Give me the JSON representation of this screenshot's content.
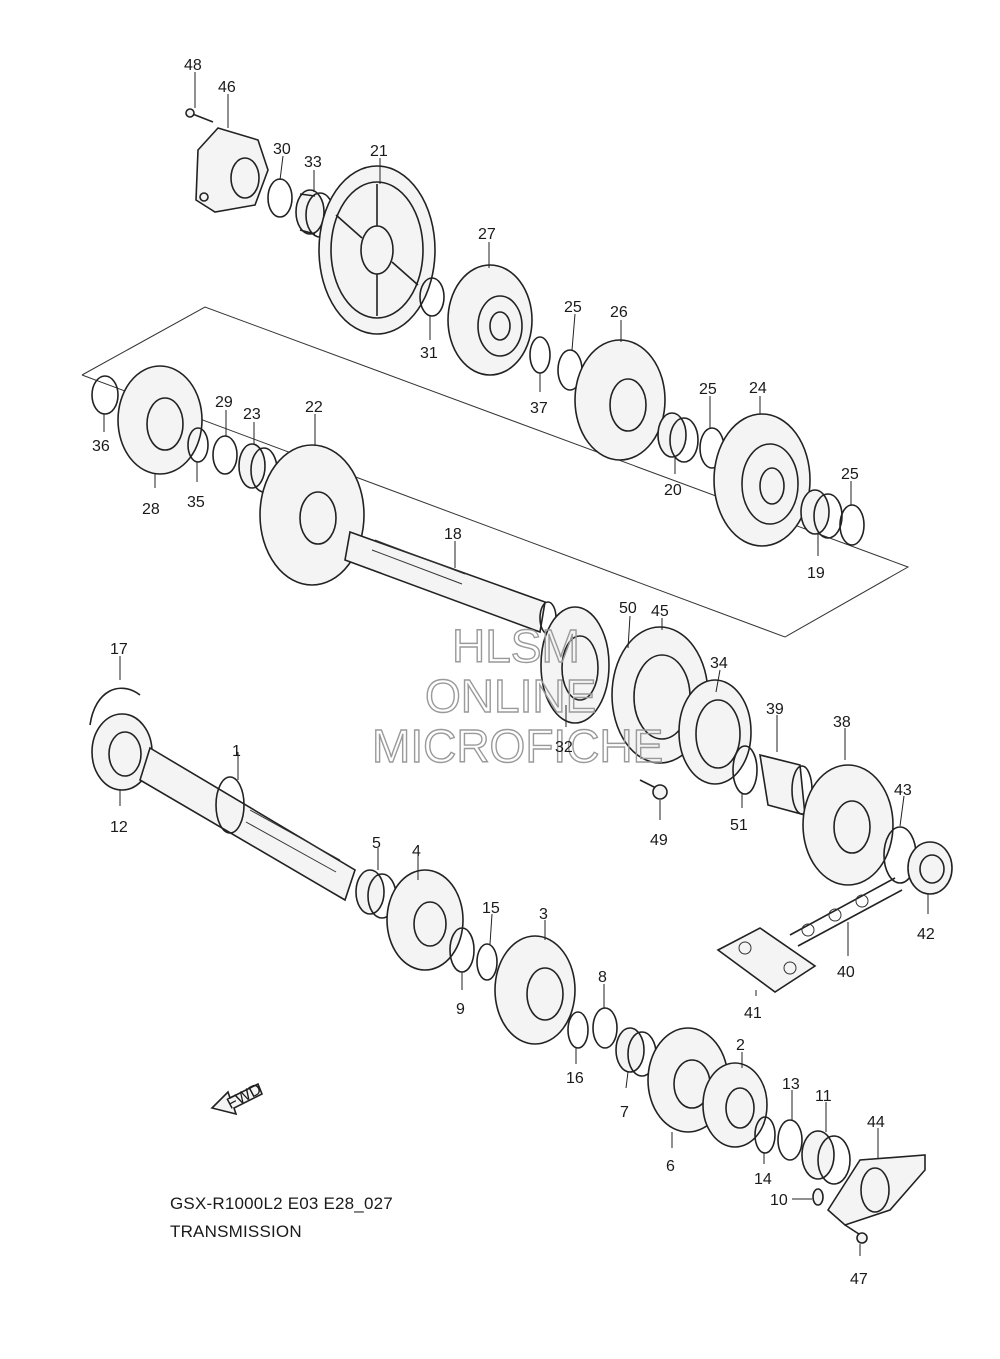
{
  "model_code": "GSX-R1000L2 E03 E28_027",
  "section_title": "TRANSMISSION",
  "watermark": [
    "HLSM",
    "ONLINE",
    "MICROFICHE"
  ],
  "direction_marker": "FWD",
  "callouts": [
    "48",
    "46",
    "30",
    "33",
    "21",
    "27",
    "31",
    "25",
    "26",
    "37",
    "36",
    "29",
    "23",
    "22",
    "28",
    "35",
    "25",
    "24",
    "20",
    "25",
    "19",
    "18",
    "50",
    "45",
    "17",
    "34",
    "39",
    "38",
    "32",
    "1",
    "12",
    "49",
    "51",
    "43",
    "5",
    "4",
    "42",
    "15",
    "3",
    "40",
    "9",
    "8",
    "41",
    "16",
    "2",
    "13",
    "11",
    "7",
    "6",
    "14",
    "44",
    "10",
    "47"
  ]
}
